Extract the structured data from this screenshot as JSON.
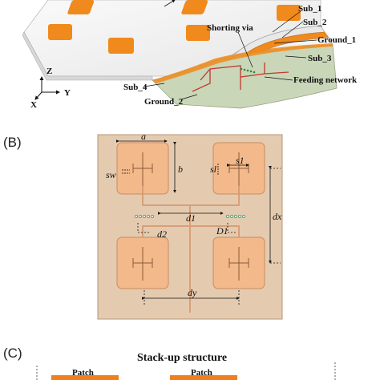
{
  "panel_a": {
    "labels": {
      "sub_1": "Sub_1",
      "sub_2": "Sub_2",
      "ground_1": "Ground_1",
      "shorting_via": "Shorting via",
      "sub_3": "Sub_3",
      "feeding_network": "Feeding network",
      "sub_4": "Sub_4",
      "ground_2": "Ground_2"
    },
    "axes": {
      "z": "Z",
      "y": "Y",
      "x": "X"
    },
    "colors": {
      "patch": "#f08a1c",
      "board": "#f1f1f1",
      "ground": "#c9d6b8",
      "feed": "#c0392b"
    }
  },
  "panel_b": {
    "label": "(B)",
    "dims": {
      "a": "a",
      "b": "b",
      "s1": "s1",
      "sw": "sw",
      "sl": "sl",
      "d1": "d1",
      "d2": "d2",
      "D1": "D1",
      "dx": "dx",
      "dy": "dy"
    },
    "colors": {
      "substrate": "#e4cbb0",
      "patch": "#f3b98a",
      "line": "#c98b60"
    }
  },
  "panel_c": {
    "label": "(C)",
    "title": "Stack-up structure",
    "patch_labels": [
      "Patch",
      "Patch"
    ],
    "colors": {
      "patch": "#f07f1d"
    }
  }
}
